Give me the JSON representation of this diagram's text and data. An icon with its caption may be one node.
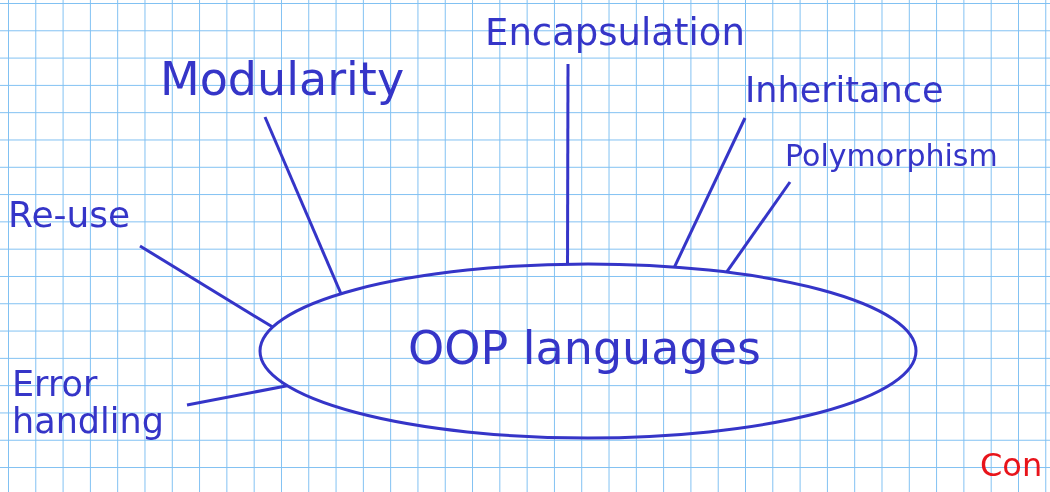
{
  "diagram": {
    "nodes": [
      {
        "text": [
          "OOP languages"
        ]
      },
      {
        "text": [
          "Modularity"
        ]
      },
      {
        "text": [
          "Encapsulation"
        ]
      },
      {
        "text": [
          "Inheritance"
        ]
      },
      {
        "text": [
          "Polymorphism"
        ]
      },
      {
        "text": [
          "Re-use"
        ]
      },
      {
        "text": [
          "Error handling"
        ]
      }
    ],
    "edges": [
      {
        "from": 1,
        "to": 0,
        "arrow": "none"
      },
      {
        "from": 2,
        "to": 0,
        "arrow": "none"
      },
      {
        "from": 3,
        "to": 0,
        "arrow": "none"
      },
      {
        "from": 4,
        "to": 0,
        "arrow": "none"
      },
      {
        "from": 5,
        "to": 0,
        "arrow": "none"
      },
      {
        "from": 6,
        "to": 0,
        "arrow": "none"
      }
    ],
    "labels": [
      "Con"
    ]
  }
}
